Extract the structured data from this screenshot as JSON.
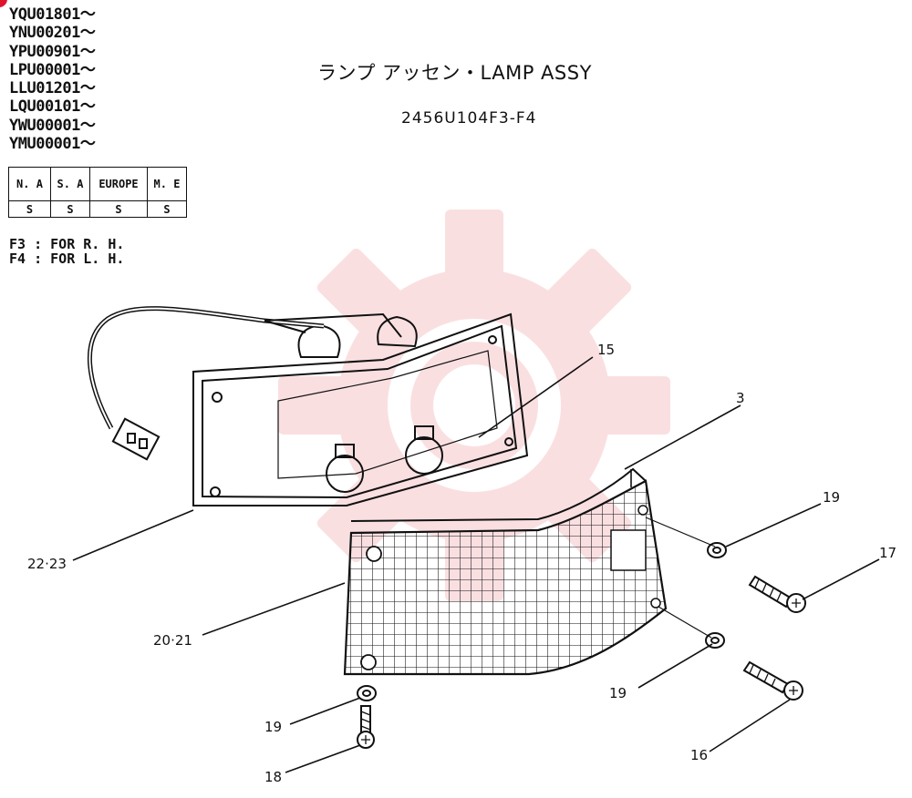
{
  "serial_numbers": [
    "YQU01801～",
    "YNU00201～",
    "YPU00901～",
    "LPU00001～",
    "LLU01201～",
    "LQU00101～",
    "YWU00001～",
    "YMU00001～"
  ],
  "title": "ランプ アッセン・LAMP ASSY",
  "part_code": "2456U104F3-F4",
  "market_table": {
    "headers": [
      "N. A",
      "S. A",
      "EUROPE",
      "M. E"
    ],
    "values": [
      "S",
      "S",
      "S",
      "S"
    ]
  },
  "notes": [
    "F3 : FOR R. H.",
    "F4 : FOR L. H."
  ],
  "callouts": {
    "c15": "15",
    "c3": "3",
    "c19a": "19",
    "c17": "17",
    "c22": "22·23",
    "c20": "20·21",
    "c19b": "19",
    "c19c": "19",
    "c16": "16",
    "c18": "18"
  },
  "colors": {
    "watermark": "#f7c6c9",
    "line": "#111111",
    "accent": "#e0142a"
  }
}
